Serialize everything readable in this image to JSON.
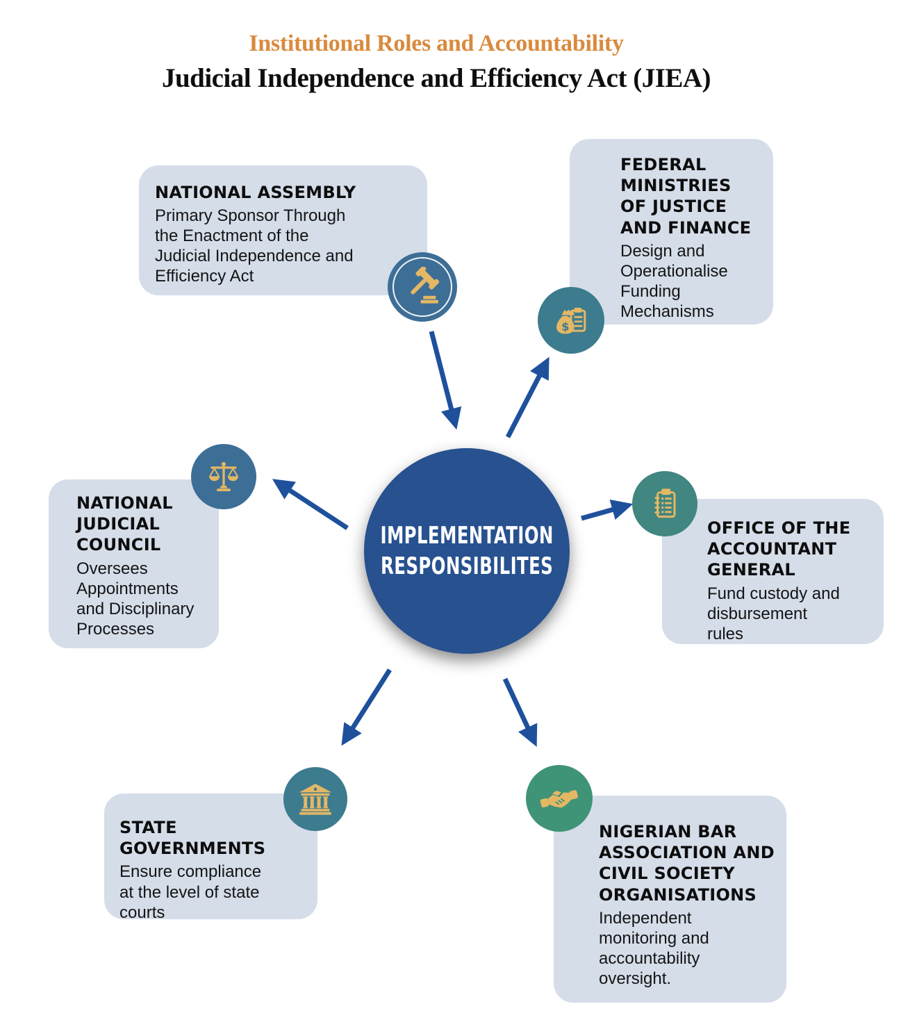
{
  "header": {
    "subtitle": "Institutional Roles and Accountability",
    "title": "Judicial Independence and Efficiency Act (JIEA)"
  },
  "center": {
    "label": "IMPLEMENTATION\nRESPONSIBILITES"
  },
  "nodes": [
    {
      "id": "national-assembly",
      "title": "NATIONAL ASSEMBLY",
      "body": "Primary Sponsor Through\nthe Enactment of the\nJudicial Independence and\nEfficiency Act",
      "icon": "gavel-icon",
      "icon_bg": "#3d6e96"
    },
    {
      "id": "federal-ministries",
      "title": "FEDERAL\nMINISTRIES\nOF JUSTICE\nAND FINANCE",
      "body": "Design and\nOperationalise\nFunding\nMechanisms",
      "icon": "money-bag-clipboard-icon",
      "icon_bg": "#3d7b8e"
    },
    {
      "id": "national-judicial-council",
      "title": "NATIONAL\nJUDICIAL\nCOUNCIL",
      "body": "Oversees\nAppointments\nand Disciplinary\nProcesses",
      "icon": "scales-of-justice-icon",
      "icon_bg": "#3d6e96"
    },
    {
      "id": "office-of-the-accountant-general",
      "title": "OFFICE OF THE\nACCOUNTANT\nGENERAL",
      "body": "Fund custody and\ndisbursement\nrules",
      "icon": "checklist-clipboard-icon",
      "icon_bg": "#418680"
    },
    {
      "id": "state-governments",
      "title": "STATE\nGOVERNMENTS",
      "body": "Ensure compliance\nat the level of state\ncourts",
      "icon": "bank-building-icon",
      "icon_bg": "#3d7b8e"
    },
    {
      "id": "nigerian-bar-association",
      "title": "NIGERIAN BAR\nASSOCIATION AND\nCIVIL SOCIETY\nORGANISATIONS",
      "body": "Independent\nmonitoring and\naccountability\noversight.",
      "icon": "handshake-icon",
      "icon_bg": "#3f9377"
    }
  ],
  "colors": {
    "subtitle_orange": "#d98a3d",
    "card_bg": "#d5dde9",
    "center_circle": "#27518f",
    "arrow": "#1e509c",
    "icon_gold": "#e4b765"
  }
}
